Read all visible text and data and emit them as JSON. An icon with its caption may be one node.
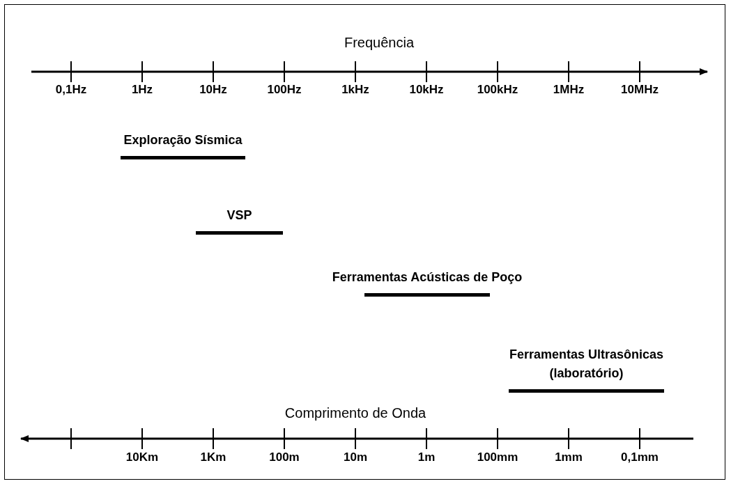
{
  "diagram": {
    "nodes": [
      {
        "text": [
          "Exploração Sísmica"
        ]
      },
      {
        "text": [
          "VSP"
        ]
      },
      {
        "text": [
          "Ferramentas Acústicas de Poço"
        ]
      },
      {
        "text": [
          "Ferramentas Ultrasônicas (laboratório)"
        ]
      }
    ],
    "edges": [],
    "labels": [
      "Frequência",
      "0,1Hz",
      "1Hz",
      "10Hz",
      "100Hz",
      "1kHz",
      "10kHz",
      "100kHz",
      "1MHz",
      "10MHz",
      "Comprimento de Onda",
      "10Km",
      "1Km",
      "100m",
      "10m",
      "1m",
      "100mm",
      "1mm",
      "0,1mm"
    ]
  }
}
